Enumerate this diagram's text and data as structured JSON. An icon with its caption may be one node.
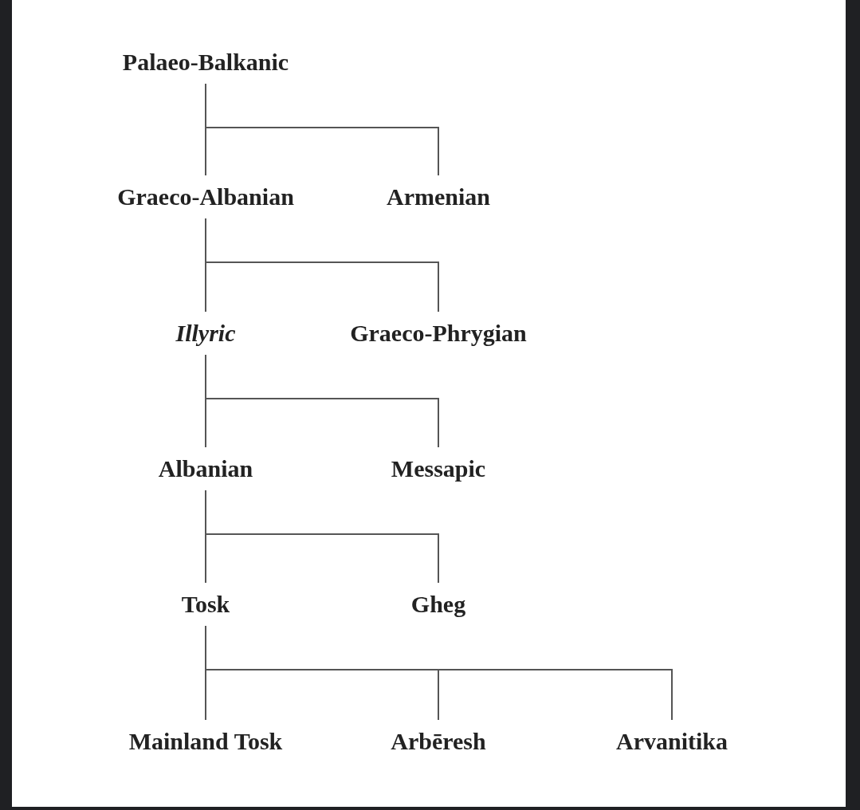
{
  "diagram": {
    "nodes": [
      {
        "text": [
          "Palaeo-Balkanic"
        ]
      },
      {
        "text": [
          "Graeco-Albanian"
        ]
      },
      {
        "text": [
          "Armenian"
        ]
      },
      {
        "text": [
          "Illyric"
        ]
      },
      {
        "text": [
          "Graeco-Phrygian"
        ]
      },
      {
        "text": [
          "Albanian"
        ]
      },
      {
        "text": [
          "Messapic"
        ]
      },
      {
        "text": [
          "Tosk"
        ]
      },
      {
        "text": [
          "Gheg"
        ]
      },
      {
        "text": [
          "Mainland Tosk"
        ]
      },
      {
        "text": [
          "Arbēresh"
        ]
      },
      {
        "text": [
          "Arvanitika"
        ]
      }
    ],
    "edges": [
      {
        "from": 0,
        "to": 1,
        "arrow": "none"
      },
      {
        "from": 0,
        "to": 2,
        "arrow": "none"
      },
      {
        "from": 1,
        "to": 3,
        "arrow": "none"
      },
      {
        "from": 1,
        "to": 4,
        "arrow": "none"
      },
      {
        "from": 3,
        "to": 5,
        "arrow": "none"
      },
      {
        "from": 3,
        "to": 6,
        "arrow": "none"
      },
      {
        "from": 5,
        "to": 7,
        "arrow": "none"
      },
      {
        "from": 5,
        "to": 8,
        "arrow": "none"
      },
      {
        "from": 7,
        "to": 9,
        "arrow": "none"
      },
      {
        "from": 7,
        "to": 10,
        "arrow": "none"
      },
      {
        "from": 7,
        "to": 11,
        "arrow": "none"
      }
    ]
  }
}
